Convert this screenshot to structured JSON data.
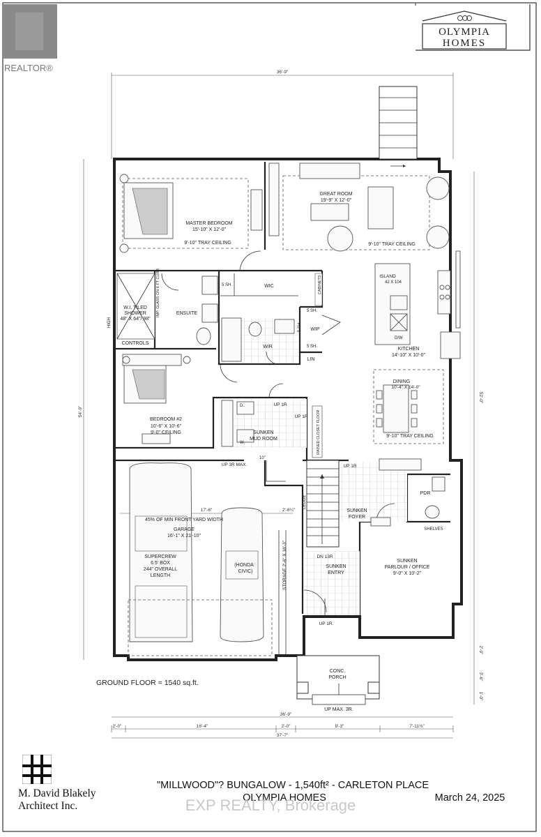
{
  "watermark": {
    "brand": "REALTOR®"
  },
  "logo": {
    "line1": "OLYMPIA",
    "line2": "HOMES"
  },
  "plan": {
    "dimensions": {
      "top": "36'-9\"",
      "left": "54'-9\"",
      "right": "52'-0\"",
      "bottom_total": "37'-7\"",
      "bottom_overall": "36'-9\"",
      "bottom_segments": [
        "2'-0\"",
        "16'-4\"",
        "2'-0\"",
        "9'-3\"",
        "7'-11⅛\""
      ],
      "right_segments": [
        "2'-9\"",
        "3'-6\"",
        "1'-0\""
      ],
      "garage_width": "17'-6\"",
      "garage_return": "2'-6¼\""
    },
    "rooms": {
      "master_bedroom": {
        "name": "MASTER BEDROOM",
        "size": "15'-10\" X 12'-0\"",
        "ceiling": "9'-10\" TRAY CEILING"
      },
      "great_room": {
        "name": "GREAT ROOM",
        "size": "19'-9\" X 12'-0\"",
        "ceiling": "9'-10\" TRAY CEILING"
      },
      "island": {
        "name": "ISLAND",
        "size": "42 X 104"
      },
      "kitchen": {
        "name": "KITCHEN",
        "size": "14'-10\" X 10'-0\""
      },
      "dining": {
        "name": "DINING",
        "size": "10'-4\" X 14'-0\"",
        "ceiling": "9'-10\" TRAY CEILING"
      },
      "ensuite": {
        "name": "ENSUITE"
      },
      "shower": {
        "line1": "W.I. TILED",
        "line2": "SHOWER",
        "line3": "48\" X 64\"/ 98\""
      },
      "glass": "IMP. GLASS ON 6 FT CURB",
      "controls": "CONTROLS",
      "high": "HIGH",
      "wic": "WIC",
      "cabinets": "CABINETS",
      "sh5a": "5 SH.",
      "sh5b": "5 SH.",
      "sh5c": "5 SH.",
      "sh5d": "5 SH.",
      "wip": "WIP",
      "wr": "W/R",
      "lin": "LIN",
      "dw": "D/W",
      "bedroom2": {
        "name": "BEDROOM #2",
        "size": "10'-6\" X 10'-6\"",
        "ceiling": "9'-0\" CEILING"
      },
      "mud_room": {
        "line1": "SUNKEN",
        "line2": "MUD ROOM"
      },
      "raised_closet": "RAISED CLOSET FLOOR",
      "d_label": "D.",
      "w_label": "W.",
      "up1r_a": "UP 1R",
      "up1r_b": "UP 1R",
      "up1r_c": "UP 1R",
      "up3r_max": "UP 3R MAX.",
      "ten": "10\"",
      "front_yard": "45% OF MIN FRONT YARD WIDTH",
      "garage": {
        "name": "GARAGE",
        "size": "16'-1\" X 21'-10\""
      },
      "truck": {
        "line1": "SUPERCREW",
        "line2": "6.5' BOX",
        "line3": "244\" OVERALL",
        "line4": "LENGTH"
      },
      "car": {
        "line1": "(HONDA",
        "line2": "CIVIC)"
      },
      "storage": "STORAGE  2'-6\" X 18'-3\"",
      "ledge": "LEDGE",
      "foyer": {
        "line1": "SUNKEN",
        "line2": "FOYER"
      },
      "dn13r": "DN 13R",
      "entry": {
        "line1": "SUNKEN",
        "line2": "ENTRY"
      },
      "pdr": "PDR",
      "shelves": "SHELVES",
      "parlour": {
        "line1": "SUNKEN",
        "line2": "PARLOUR / OFFICE",
        "line3": "9'-0\" X 10'-2\""
      },
      "up1r_entry": "UP 1R.",
      "porch": {
        "line1": "CONC.",
        "line2": "PORCH"
      },
      "up_max_3r": "UP MAX. 3R."
    },
    "ground_floor": "GROUND FLOOR = 1540 sq.ft."
  },
  "footer": {
    "architect_line1": "M. David Blakely",
    "architect_line2": "Architect Inc.",
    "title": "\"MILLWOOD\"? BUNGALOW   - 1,540ft² - CARLETON PLACE",
    "subtitle": "OLYMPIA HOMES",
    "date": "March 24, 2025",
    "brokerage": "EXP REALTY, Brokerage"
  }
}
